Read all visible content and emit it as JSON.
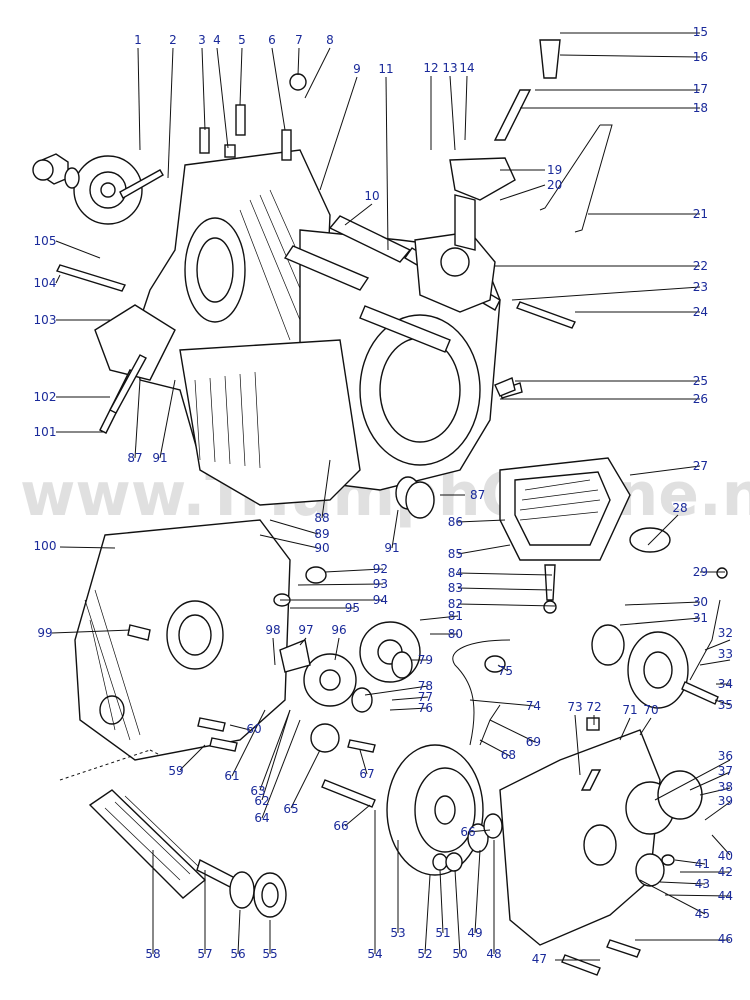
{
  "watermark": "www.TriumphOnline.net",
  "labels": [
    "1",
    "2",
    "3",
    "4",
    "5",
    "6",
    "7",
    "8",
    "9",
    "10",
    "11",
    "12",
    "13",
    "14",
    "15",
    "16",
    "17",
    "18",
    "19",
    "20",
    "21",
    "22",
    "23",
    "24",
    "25",
    "26",
    "27",
    "28",
    "29",
    "30",
    "31",
    "32",
    "33",
    "34",
    "35",
    "36",
    "37",
    "38",
    "39",
    "40",
    "41",
    "42",
    "43",
    "44",
    "45",
    "46",
    "47",
    "48",
    "49",
    "50",
    "51",
    "52",
    "53",
    "54",
    "55",
    "56",
    "57",
    "58",
    "59",
    "60",
    "61",
    "62",
    "63",
    "64",
    "65",
    "66",
    "66",
    "67",
    "68",
    "69",
    "70",
    "71",
    "72",
    "73",
    "74",
    "75",
    "76",
    "77",
    "78",
    "79",
    "80",
    "81",
    "82",
    "83",
    "84",
    "85",
    "86",
    "87",
    "87",
    "88",
    "89",
    "90",
    "91",
    "91",
    "92",
    "93",
    "94",
    "95",
    "96",
    "97",
    "98",
    "99",
    "100",
    "101",
    "102",
    "103",
    "104",
    "105"
  ]
}
